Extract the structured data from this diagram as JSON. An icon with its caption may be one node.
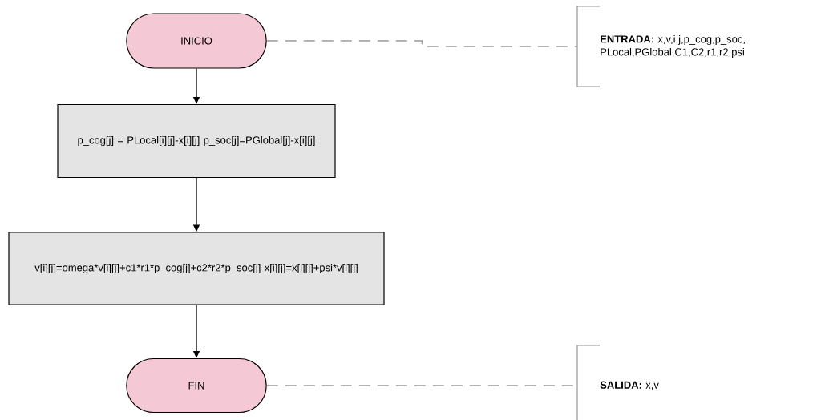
{
  "diagram": {
    "nodes": [
      {
        "text": [
          "INICIO"
        ]
      },
      {
        "text": [
          "p_cog[j] = PLocal[i][j]-x[i][j] p_soc[j]=PGlobal[j]-x[i][j]"
        ]
      },
      {
        "text": [
          "v[i][j]=omega*v[i][j]+c1*r1*p_cog[j]+c2*r2*p_soc[j] x[i][j]=x[i][j]+psi*v[i][j]"
        ]
      },
      {
        "text": [
          "FIN"
        ]
      },
      {
        "text": [
          "**ENTRADA:** x,v,i,j,p_cog,p_soc, PLocal,PGlobal,C1,C2,r1,r2,psi"
        ]
      },
      {
        "text": [
          "**SALIDA:** x,v"
        ]
      }
    ],
    "edges": [
      {
        "from": 0,
        "to": 1,
        "arrow": "to"
      },
      {
        "from": 1,
        "to": 2,
        "arrow": "to"
      },
      {
        "from": 2,
        "to": 3,
        "arrow": "to"
      },
      {
        "from": 0,
        "to": 4,
        "arrow": "none",
        "style": "dashed",
        "color": "#9a9a9a"
      },
      {
        "from": 3,
        "to": 5,
        "arrow": "none",
        "style": "dashed",
        "color": "#9a9a9a"
      }
    ]
  }
}
